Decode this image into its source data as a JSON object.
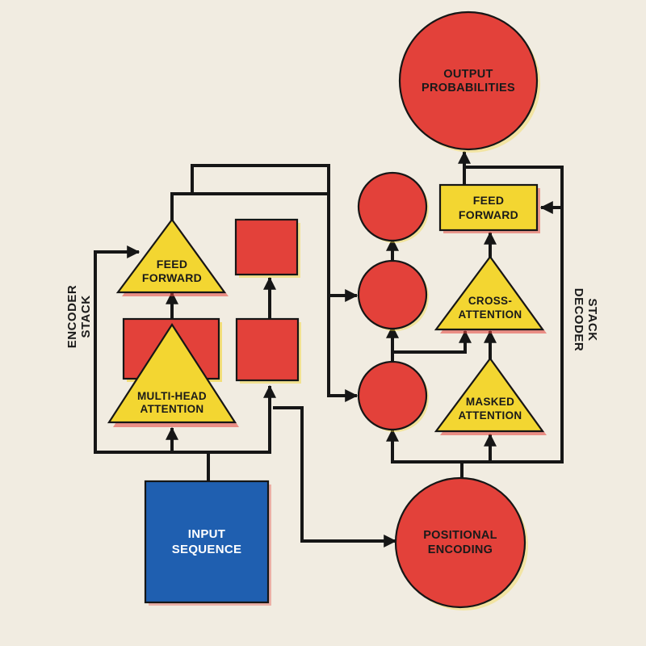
{
  "nodes": {
    "output": {
      "line1": "OUTPUT",
      "line2": "PROBABILITIES"
    },
    "decoder_feed_forward": {
      "line1": "FEED",
      "line2": "FORWARD"
    },
    "cross_attention": {
      "line1": "CROSS-",
      "line2": "ATTENTION"
    },
    "masked_attention": {
      "line1": "MASKED",
      "line2": "ATTENTION"
    },
    "positional_encoding": {
      "line1": "POSITIONAL",
      "line2": "ENCODING"
    },
    "input_sequence": {
      "line1": "INPUT",
      "line2": "SEQUENCE"
    },
    "multi_head_attention": {
      "line1": "MULTI-HEAD",
      "line2": "ATTENTION"
    },
    "encoder_feed_forward": {
      "line1": "FEED",
      "line2": "FORWARD"
    }
  },
  "side_labels": {
    "encoder": {
      "line1": "ENCODER",
      "line2": "STACK"
    },
    "decoder": {
      "line1": "DECODER",
      "line2": "STACK"
    }
  },
  "colors": {
    "background": "#f1ece1",
    "red": "#e3413a",
    "yellow": "#f3d631",
    "blue": "#1f5fb0",
    "line": "#161616"
  }
}
